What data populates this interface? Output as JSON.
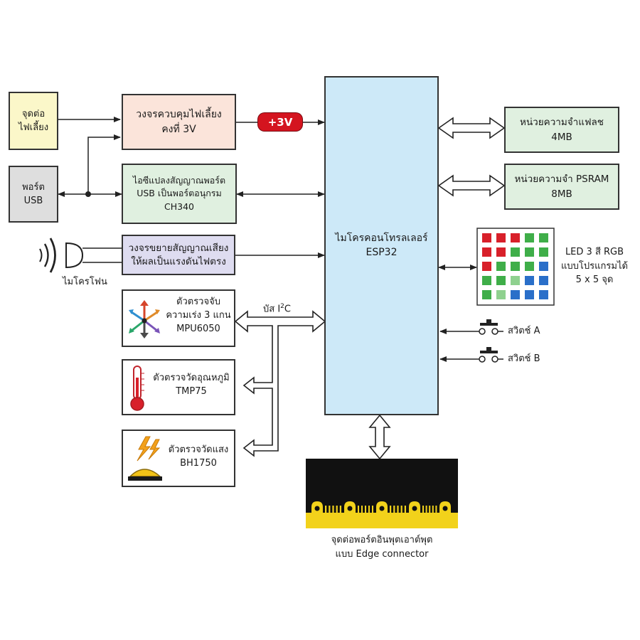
{
  "power_jack": {
    "label_line1": "จุดต่อ",
    "label_line2": "ไฟเลี้ยง"
  },
  "usb_port": {
    "label_line1": "พอร์ต",
    "label_line2": "USB"
  },
  "regulator": {
    "label_line1": "วงจรควบคุมไฟเลี้ยง",
    "label_line2": "คงที่ 3V"
  },
  "voltage_badge": "+3V",
  "usb_serial": {
    "label_line1": "ไอซีแปลงสัญญาณพอร์ต",
    "label_line2": "USB เป็นพอร์ตอนุกรม",
    "label_line3": "CH340"
  },
  "microphone": {
    "caption": "ไมโครโฟน"
  },
  "mic_amp": {
    "label_line1": "วงจรขยายสัญญาณเสียง",
    "label_line2": "ให้ผลเป็นแรงดันไฟตรง"
  },
  "mcu": {
    "label_line1": "ไมโครคอนโทรลเลอร์",
    "label_line2": "ESP32"
  },
  "flash": {
    "label_line1": "หน่วยความจำแฟลช",
    "label_line2": "4MB"
  },
  "psram": {
    "label_line1": "หน่วยความจำ PSRAM",
    "label_line2": "8MB"
  },
  "led_matrix": {
    "label_line1": "LED 3 สี RGB",
    "label_line2": "แบบโปรแกรมได้",
    "label_line3": "5 x 5 จุด",
    "colors": [
      [
        "#d8202a",
        "#d8202a",
        "#d8202a",
        "#3fae49",
        "#3fae49"
      ],
      [
        "#d8202a",
        "#d8202a",
        "#3fae49",
        "#3fae49",
        "#3fae49"
      ],
      [
        "#d8202a",
        "#3fae49",
        "#3fae49",
        "#3fae49",
        "#2a6fc9"
      ],
      [
        "#3fae49",
        "#3fae49",
        "#8fd18f",
        "#2a6fc9",
        "#2a6fc9"
      ],
      [
        "#3fae49",
        "#8fd18f",
        "#2a6fc9",
        "#2a6fc9",
        "#2a6fc9"
      ]
    ]
  },
  "switch_a": {
    "label": "สวิตช์ A"
  },
  "switch_b": {
    "label": "สวิตช์ B"
  },
  "i2c_bus": {
    "label_prefix": "บัส I",
    "label_sup": "2",
    "label_suffix": "C"
  },
  "accelerometer": {
    "label_line1": "ตัวตรวจจับ",
    "label_line2": "ความเร่ง 3 แกน",
    "label_line3": "MPU6050"
  },
  "temp_sensor": {
    "label_line1": "ตัวตรวจวัดอุณหภูมิ",
    "label_line2": "TMP75"
  },
  "light_sensor": {
    "label_line1": "ตัวตรวจวัดแสง",
    "label_line2": "BH1750"
  },
  "edge_connector": {
    "label_line1": "จุดต่อพอร์ตอินพุตเอาต์พุต",
    "label_line2": "แบบ Edge connector"
  },
  "colors": {
    "power_jack_fill": "#fbf7c9",
    "usb_port_fill": "#dedede",
    "regulator_fill": "#fbe4da",
    "usb_serial_fill": "#e0f0e0",
    "mic_amp_fill": "#dedcf0",
    "mcu_fill": "#cde9f8",
    "memory_fill": "#e0f0e0",
    "voltage_badge": "#d4141f",
    "edge_connector_body": "#111111",
    "edge_connector_pads": "#f2d21b"
  }
}
